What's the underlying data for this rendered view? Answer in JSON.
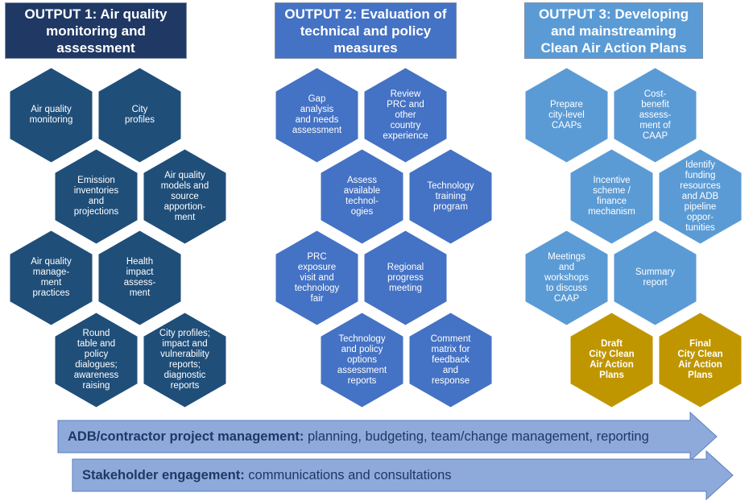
{
  "colors": {
    "output1": "#1f4e79",
    "output2": "#4472c4",
    "output3": "#5b9bd5",
    "final": "#c09600",
    "arrow": "#8eaadb"
  },
  "outputs": [
    {
      "title": "OUTPUT 1: Air quality monitoring and assessment",
      "activities": [
        "Air quality\nmonitoring",
        "City\nprofiles",
        "Emission\ninventories\nand\nprojections",
        "Air quality\nmodels and\nsource\napportion-\nment",
        "Air quality\nmanage-\nment\npractices",
        "Health\nimpact\nassess-\nment",
        "Round\ntable and\npolicy\ndialogues;\nawareness\nraising",
        "City profiles;\nimpact and\nvulnerability\nreports;\ndiagnostic\nreports"
      ]
    },
    {
      "title": "OUTPUT 2: Evaluation of technical and policy measures",
      "activities": [
        "Gap\nanalysis\nand needs\nassessment",
        "Review\nPRC and\nother\ncountry\nexperience",
        "Assess\navailable\ntechnol-\nogies",
        "Technology\ntraining\nprogram",
        "PRC\nexposure\nvisit and\ntechnology\nfair",
        "Regional\nprogress\nmeeting",
        "Technology\nand policy\noptions\nassessment\nreports",
        "Comment\nmatrix for\nfeedback\nand\nresponse"
      ]
    },
    {
      "title": "OUTPUT 3: Developing and mainstreaming Clean Air Action Plans",
      "activities": [
        "Prepare\ncity-level\nCAAPs",
        "Cost-\nbenefit\nassess-\nment of\nCAAP",
        "Incentive\nscheme /\nfinance\nmechanism",
        "Identify\nfunding\nresources\nand ADB\npipeline\noppor-\ntunities",
        "Meetings\nand\nworkshops\nto discuss\nCAAP",
        "Summary\nreport",
        "Draft\nCity Clean\nAir Action\nPlans",
        "Final\nCity Clean\nAir Action\nPlans"
      ]
    }
  ],
  "arrows": [
    {
      "bold": "ADB/contractor project management:",
      "text": " planning, budgeting, team/change management, reporting"
    },
    {
      "bold": "Stakeholder engagement:",
      "text": " communications and consultations"
    }
  ]
}
